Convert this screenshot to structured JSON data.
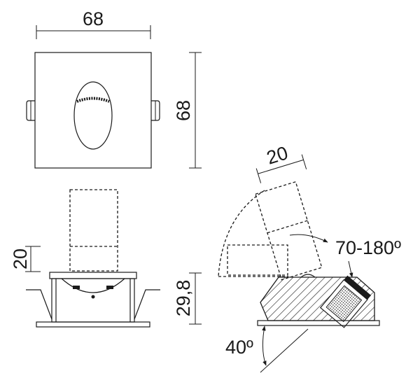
{
  "dimensions": {
    "top_width": "68",
    "top_height": "68",
    "side_lamp_height": "20",
    "side_body_height": "29,8",
    "tilt_width": "20",
    "rotation_range": "70-180º",
    "tilt_angle": "40º"
  },
  "colors": {
    "line": "#1a1a1a",
    "background": "#ffffff"
  }
}
